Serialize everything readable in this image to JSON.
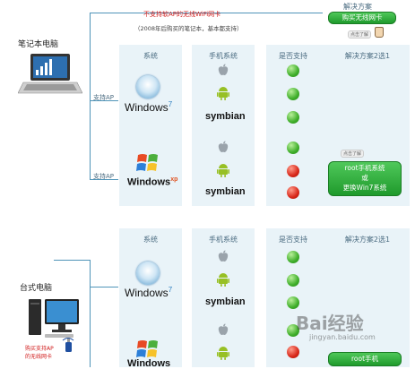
{
  "top_note": {
    "line1": "不支持软AP的无线WiFi网卡",
    "line2": "（2008年后购买的笔记本，基本都支持）"
  },
  "solution_header": "解决方案",
  "buy_button_top": "购买无线网卡",
  "click_hint_top": "点击了解",
  "laptop_label": "笔记本电脑",
  "desktop_label": "台式电脑",
  "branch_labels": {
    "supports_ap_1": "支持AP",
    "supports_ap_2": "支持AP"
  },
  "columns": {
    "system": "系统",
    "phone_system": "手机系统",
    "supported": "是否支持",
    "solution_2": "解决方案2选1"
  },
  "os": {
    "win7": "Windows",
    "win7_sup": "7",
    "winxp": "Windows",
    "winxp_sup": "xp"
  },
  "symbian": "symbian",
  "root_button": {
    "line1": "root手机系统",
    "line2": "或",
    "line3": "更换Win7系统"
  },
  "root_button_bottom": "root手机",
  "click_hint_mid": "点击了解",
  "desktop_note": {
    "line1": "购买支持AP",
    "line2": "的无线网卡"
  },
  "watermark": {
    "brand": "Bai经验",
    "url": "jingyan.baidu.com"
  },
  "colors": {
    "line": "#4f94b8",
    "panel": "#e9f3f8",
    "green": "#2fae3c",
    "red": "#d8281a"
  }
}
